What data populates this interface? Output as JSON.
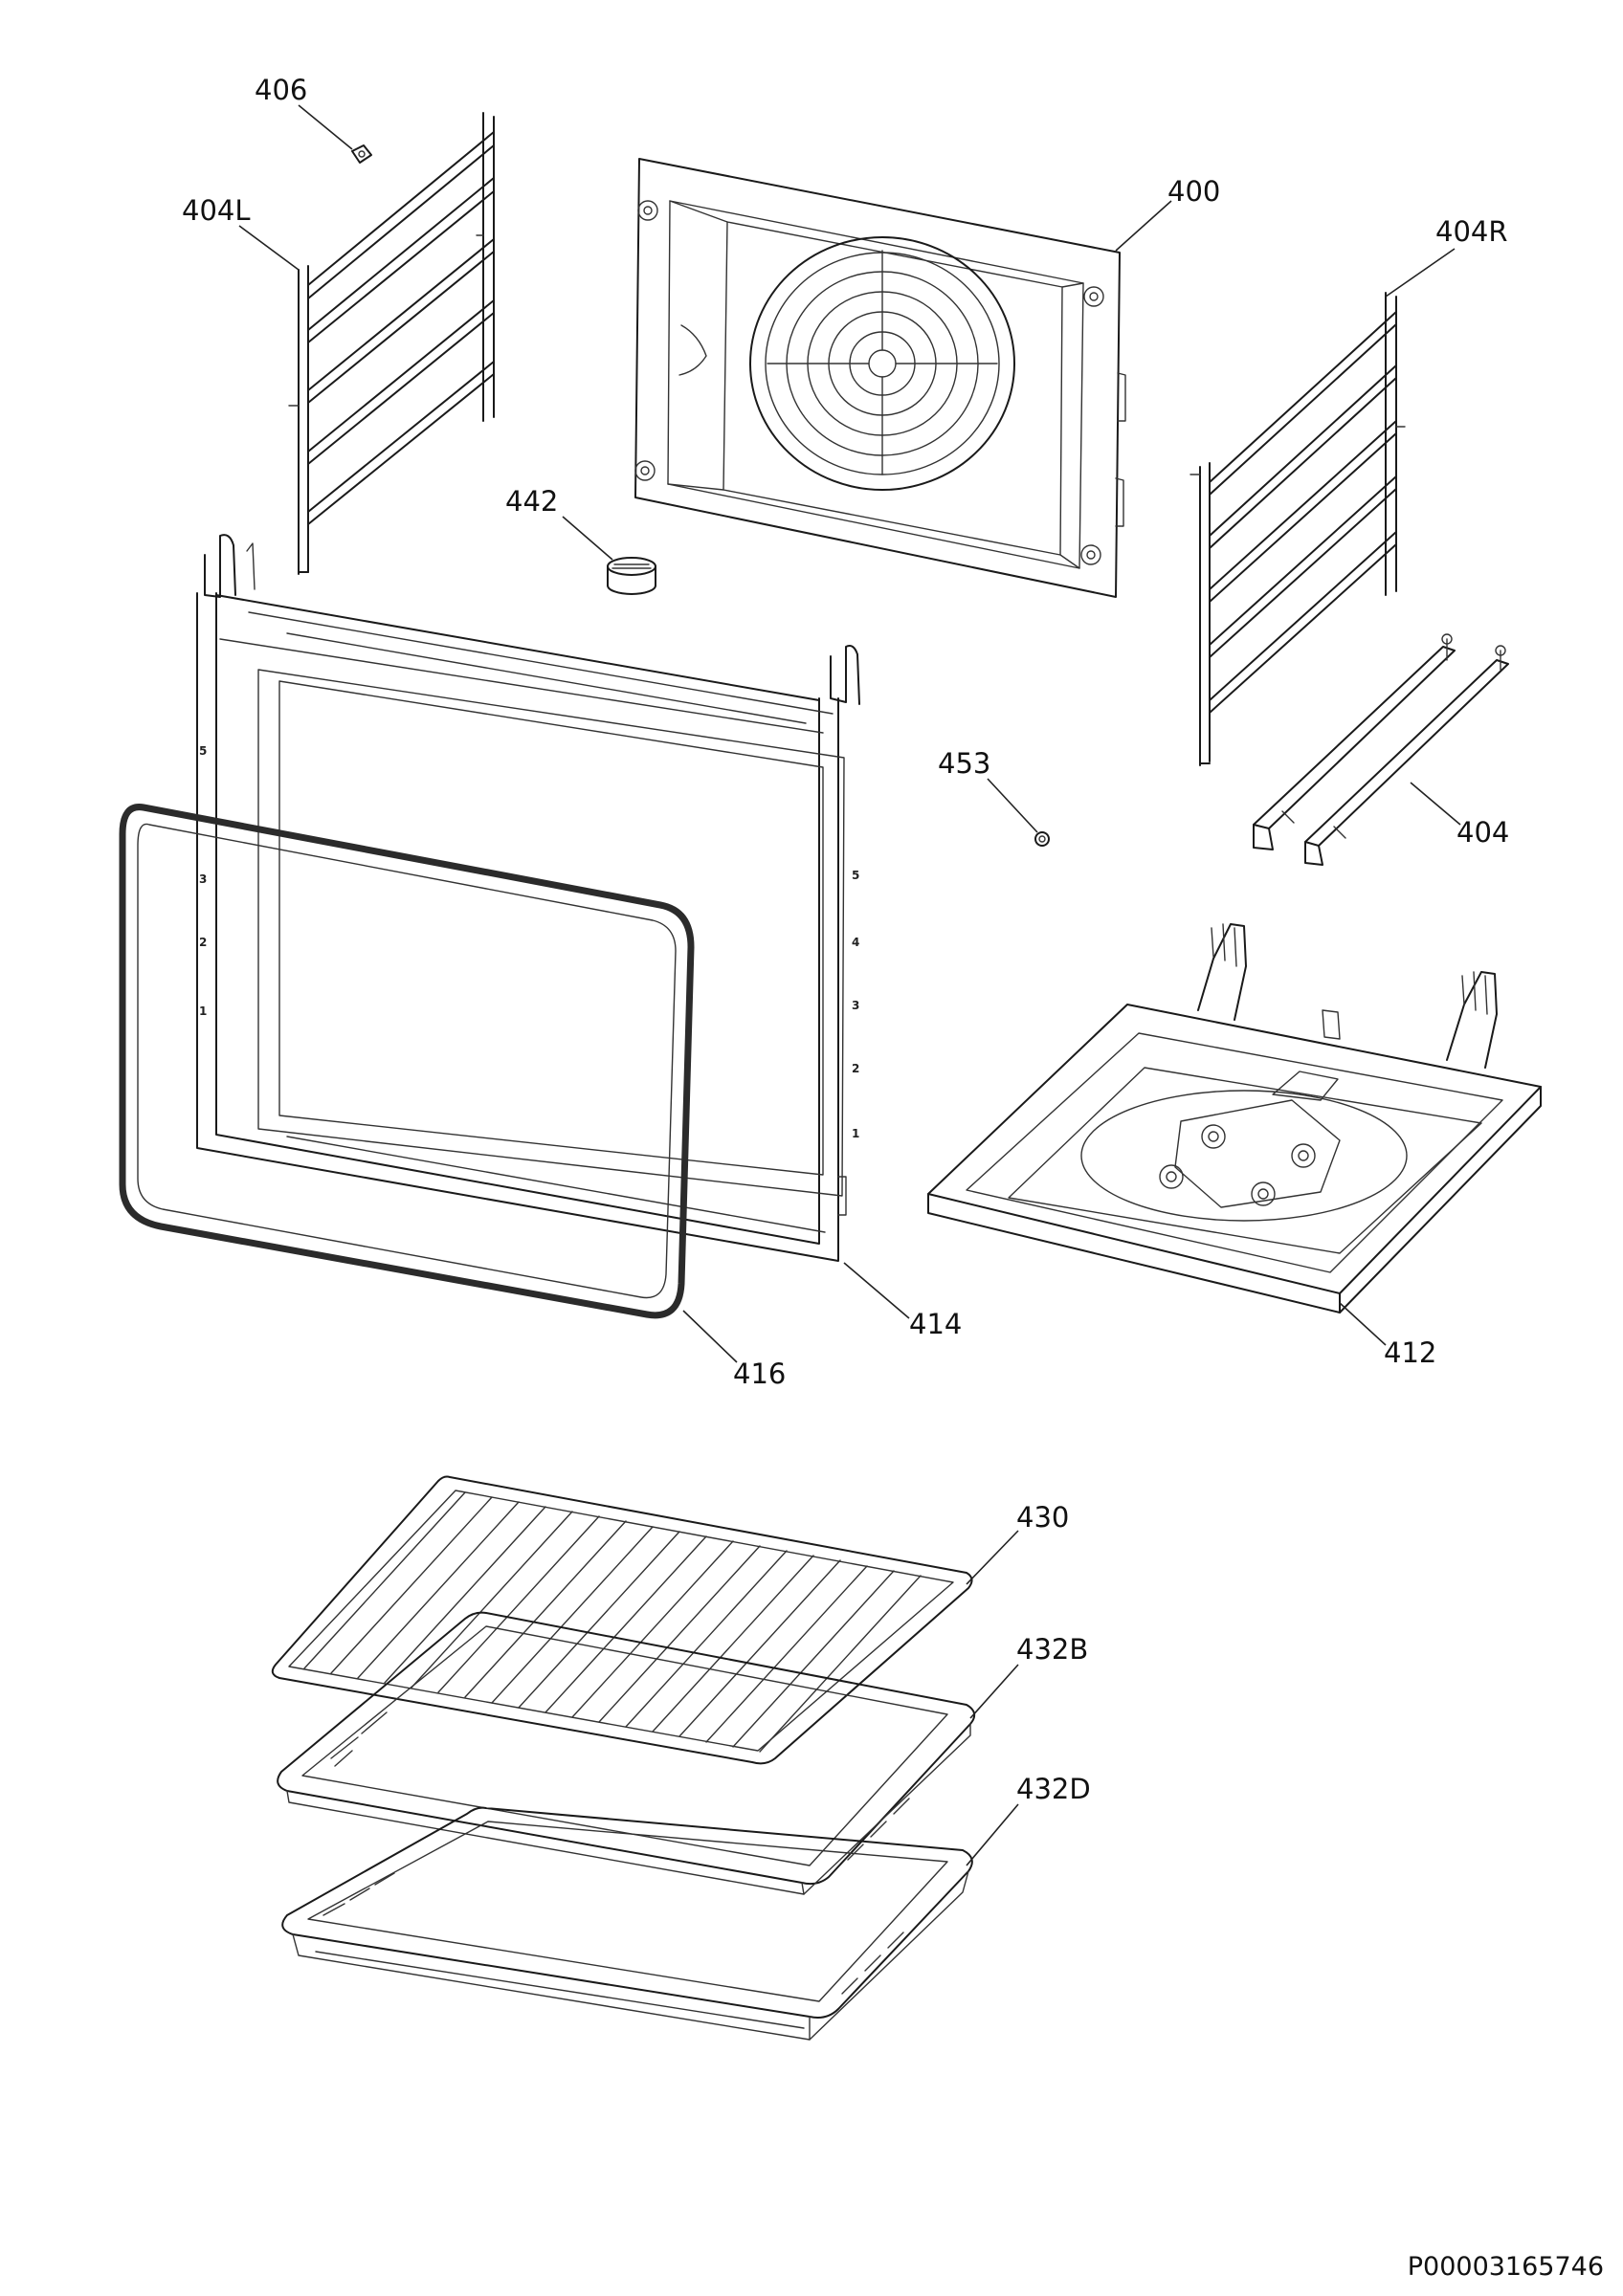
{
  "diagram": {
    "document_code": "P00003165746",
    "parts": [
      {
        "ref": "406"
      },
      {
        "ref": "404L"
      },
      {
        "ref": "400"
      },
      {
        "ref": "404R"
      },
      {
        "ref": "442"
      },
      {
        "ref": "453"
      },
      {
        "ref": "404"
      },
      {
        "ref": "414"
      },
      {
        "ref": "416"
      },
      {
        "ref": "412"
      },
      {
        "ref": "430"
      },
      {
        "ref": "432B"
      },
      {
        "ref": "432D"
      }
    ],
    "shelf_level_marks_left": [
      "5",
      "3",
      "2",
      "1"
    ],
    "shelf_level_marks_right": [
      "5",
      "4",
      "3",
      "2",
      "1"
    ]
  }
}
